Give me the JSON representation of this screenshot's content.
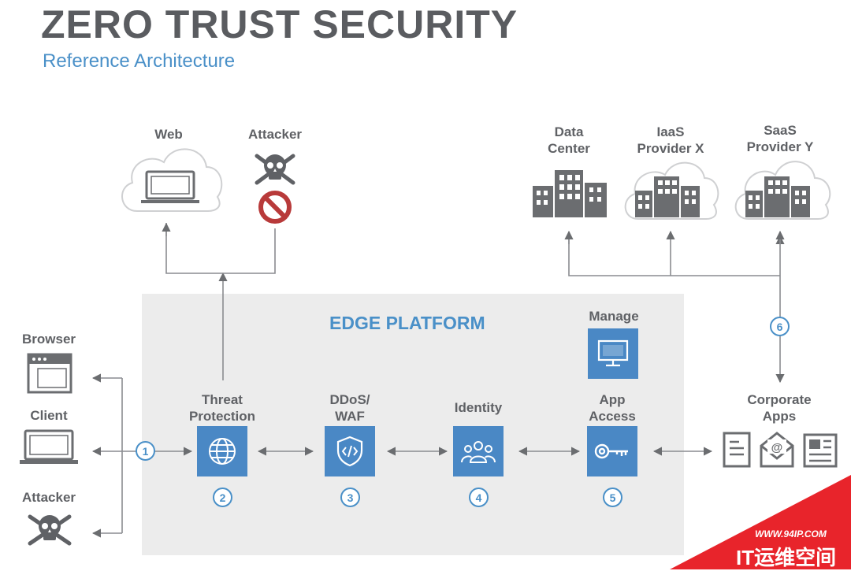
{
  "header": {
    "title": "ZERO TRUST SECURITY",
    "subtitle": "Reference Architecture"
  },
  "internet": {
    "web_label": "Web",
    "attacker_label": "Attacker"
  },
  "destinations": {
    "data_center": [
      "Data",
      "Center"
    ],
    "iaas": [
      "IaaS",
      "Provider X"
    ],
    "saas": [
      "SaaS",
      "Provider Y"
    ]
  },
  "edge": {
    "title": "EDGE PLATFORM",
    "manage_label": "Manage",
    "components": [
      {
        "label": [
          "Threat",
          "Protection"
        ],
        "step": "2"
      },
      {
        "label": [
          "DDoS/",
          "WAF"
        ],
        "step": "3"
      },
      {
        "label": [
          "Identity"
        ],
        "step": "4"
      },
      {
        "label": [
          "App",
          "Access"
        ],
        "step": "5"
      }
    ]
  },
  "clients": {
    "browser_label": "Browser",
    "client_label": "Client",
    "attacker_label": "Attacker",
    "step": "1"
  },
  "corporate": {
    "label": [
      "Corporate",
      "Apps"
    ],
    "step": "6"
  },
  "watermark": {
    "url": "WWW.94IP.COM",
    "name": "IT运维空间"
  },
  "colors": {
    "accent": "#4a88c5",
    "text": "#5f6165",
    "icon_gray": "#6b6d70",
    "block_red": "#b83a3a",
    "brand_red": "#e8242b"
  }
}
